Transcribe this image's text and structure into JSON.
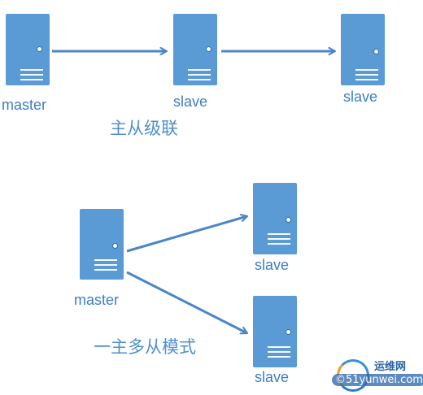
{
  "cascade": {
    "master_label": "master",
    "slave1_label": "slave",
    "slave2_label": "slave",
    "caption": "主从级联"
  },
  "fanout": {
    "master_label": "master",
    "slave1_label": "slave",
    "slave2_label": "slave",
    "caption": "一主多从模式"
  },
  "watermark": {
    "top_text": "运维网",
    "bottom_text": "©51yunwei.com"
  },
  "colors": {
    "server": "#5b9bd5",
    "arrow": "#4a86c8",
    "text": "#3d7fc1"
  }
}
